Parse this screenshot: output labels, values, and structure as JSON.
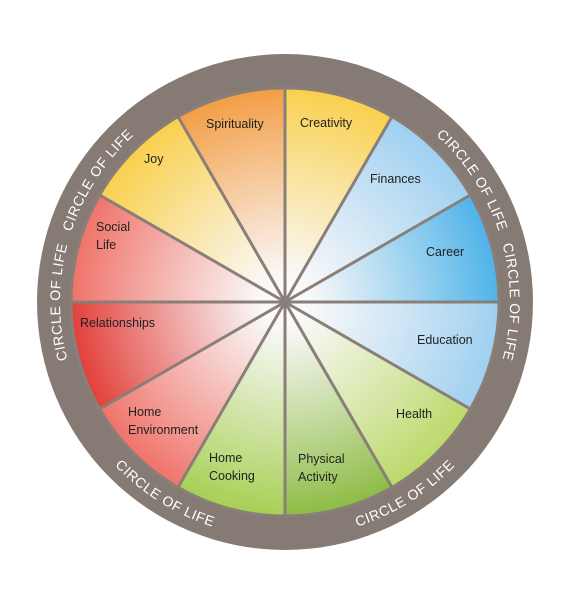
{
  "ring_text": "CIRCLE OF LIFE",
  "colors": {
    "ring": "#867a74",
    "divider": "#8a7f78",
    "center": "#ffffff",
    "label": "#222222"
  },
  "segments": [
    {
      "id": "creativity",
      "lines": [
        "Creativity"
      ],
      "color": "#f9d04d"
    },
    {
      "id": "finances",
      "lines": [
        "Finances"
      ],
      "color": "#9fd0f1"
    },
    {
      "id": "career",
      "lines": [
        "Career"
      ],
      "color": "#4fb3e9"
    },
    {
      "id": "education",
      "lines": [
        "Education"
      ],
      "color": "#9fd0f1"
    },
    {
      "id": "health",
      "lines": [
        "Health"
      ],
      "color": "#bcd96a"
    },
    {
      "id": "physical",
      "lines": [
        "Physical",
        "Activity"
      ],
      "color": "#8ebc45"
    },
    {
      "id": "home-cooking",
      "lines": [
        "Home",
        "Cooking"
      ],
      "color": "#a8cf55"
    },
    {
      "id": "home-env",
      "lines": [
        "Home",
        "Environment"
      ],
      "color": "#f0736a"
    },
    {
      "id": "relationships",
      "lines": [
        "Relationships"
      ],
      "color": "#e2403a"
    },
    {
      "id": "social-life",
      "lines": [
        "Social",
        "Life"
      ],
      "color": "#f0736a"
    },
    {
      "id": "joy",
      "lines": [
        "Joy"
      ],
      "color": "#f9d04d"
    },
    {
      "id": "spirituality",
      "lines": [
        "Spirituality"
      ],
      "color": "#f39d45"
    }
  ]
}
